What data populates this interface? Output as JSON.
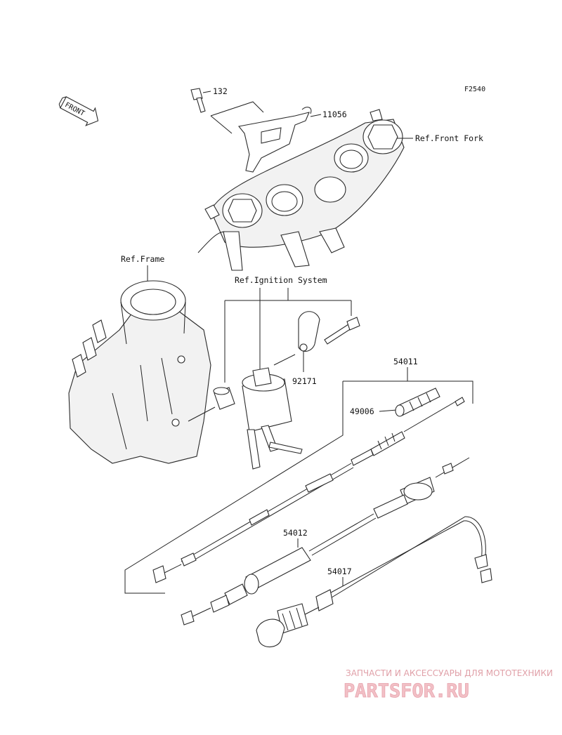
{
  "diagram": {
    "code": "F2540",
    "front_arrow_label": "FRONT",
    "refs": {
      "front_fork": "Ref.Front Fork",
      "frame": "Ref.Frame",
      "ignition": "Ref.Ignition System"
    },
    "parts": {
      "p132": "132",
      "p11056": "11056",
      "p92171": "92171",
      "p54011": "54011",
      "p49006": "49006",
      "p54012": "54012",
      "p54017": "54017"
    }
  },
  "watermark": {
    "tagline": "ЗАПЧАСТИ И АКСЕССУАРЫ ДЛЯ МОТОТЕХНИКИ",
    "logo": "PARTSFOR.RU"
  }
}
